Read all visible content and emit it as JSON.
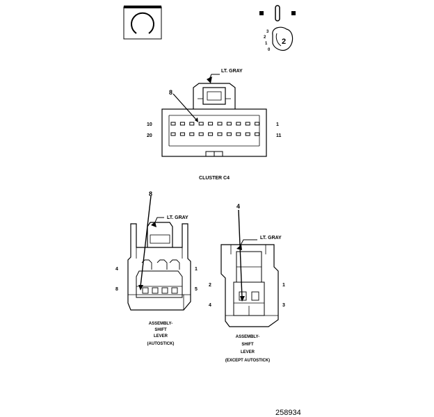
{
  "cluster": {
    "wire_label": "LT. GRAY",
    "callout": "8",
    "row_top_left": "10",
    "row_top_right": "1",
    "row_bottom_left": "20",
    "row_bottom_right": "11",
    "title": "CLUSTER C4"
  },
  "autostick": {
    "wire_label": "LT. GRAY",
    "callout": "8",
    "pin_top_left": "4",
    "pin_top_right": "1",
    "pin_bottom_left": "8",
    "pin_bottom_right": "5",
    "caption": [
      "ASSEMBLY-",
      "SHIFT",
      "LEVER",
      "(AUTOSTICK)"
    ]
  },
  "except_autostick": {
    "wire_label": "LT. GRAY",
    "callout": "4",
    "pin_top_left": "2",
    "pin_top_right": "1",
    "pin_bottom_left": "4",
    "pin_bottom_right": "3",
    "caption": [
      "ASSEMBLY-",
      "SHIFT",
      "LEVER",
      "(EXCEPT AUTOSTICK)"
    ]
  },
  "legend": {
    "scale_labels": [
      "3",
      "2",
      "1",
      "0"
    ],
    "cavity_number": "2"
  },
  "figure_id": "258934"
}
